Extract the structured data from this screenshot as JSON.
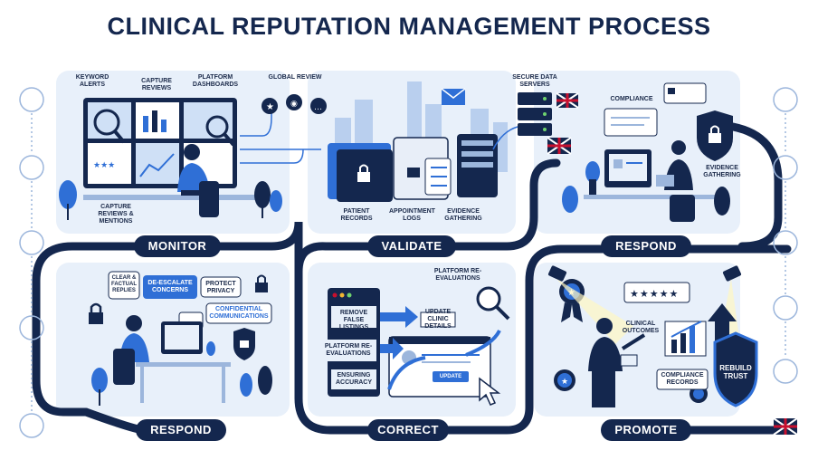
{
  "title": "CLINICAL REPUTATION MANAGEMENT PROCESS",
  "colors": {
    "navy": "#14274e",
    "blue": "#2f6fd6",
    "light": "#e8f0fa",
    "mid": "#9cb6dc",
    "flag_red": "#c8102e"
  },
  "stages": {
    "monitor": "MONITOR",
    "validate": "VALIDATE",
    "respond_top": "RESPOND",
    "respond_bottom": "RESPOND",
    "correct": "CORRECT",
    "promote": "PROMOTE"
  },
  "monitor": {
    "keyword_alerts": "KEYWORD ALERTS",
    "capture_reviews_top": "CAPTURE REVIEWS",
    "platform_dashboards": "PLATFORM DASHBOARDS",
    "capture_reviews_mentions": "CAPTURE REVIEWS & MENTIONS"
  },
  "validate": {
    "global_review": "GLOBAL REVIEW",
    "patient_records": "PATIENT RECORDS",
    "appointment_logs": "APPOINTMENT LOGS",
    "evidence_gathering": "EVIDENCE GATHERING"
  },
  "respond_top": {
    "secure_data_servers": "SECURE DATA SERVERS",
    "compliance": "COMPLIANCE",
    "evidence_gathering": "EVIDENCE GATHERING"
  },
  "respond_bottom": {
    "clear_replies": "CLEAR & FACTUAL REPLIES",
    "de_escalate": "DE-ESCALATE CONCERNS",
    "protect_privacy": "PROTECT PRIVACY",
    "confidential": "CONFIDENTIAL COMMUNICATIONS"
  },
  "correct": {
    "platform_reevaluations_top": "PLATFORM RE-EVALUATIONS",
    "remove_false": "REMOVE FALSE LISTINGS",
    "update_clinic": "UPDATE CLINIC DETAILS",
    "platform_reevaluations": "PLATFORM RE-EVALUATIONS",
    "ensuring_accuracy": "ENSURING ACCURACY",
    "update_button": "UPDATE"
  },
  "promote": {
    "clinical_outcomes": "CLINICAL OUTCOMES",
    "compliance_records": "COMPLIANCE RECORDS",
    "rebuild_trust": "REBUILD TRUST",
    "rating_stars": 5
  }
}
